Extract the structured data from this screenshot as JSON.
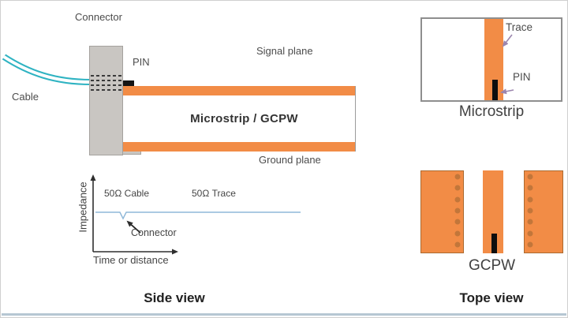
{
  "colors": {
    "copper_orange": "#f28c46",
    "via_dot": "#c2763a",
    "connector_gray": "#c9c6c2",
    "connector_border": "#a5a29e",
    "cable_teal": "#2fb3c2",
    "impedance_line_blue": "#8fb8d8",
    "annotation_purple": "#9b85ad",
    "bottom_bar_blue": "#b6c7d3"
  },
  "side_view": {
    "connector_label": "Connector",
    "cable_label": "Cable",
    "pin_label": "PIN",
    "signal_plane_label": "Signal plane",
    "ground_plane_label": "Ground plane",
    "board_label": "Microstrip / GCPW",
    "caption": "Side view"
  },
  "impedance_plot": {
    "y_axis_label": "Impedance",
    "x_axis_label": "Time or distance",
    "segment_labels": {
      "cable": "50Ω Cable",
      "trace": "50Ω Trace"
    },
    "dip_label": "Connector"
  },
  "top_view": {
    "caption": "Tope view",
    "microstrip": {
      "trace_label": "Trace",
      "pin_label": "PIN",
      "caption": "Microstrip"
    },
    "gcpw": {
      "caption": "GCPW"
    }
  }
}
